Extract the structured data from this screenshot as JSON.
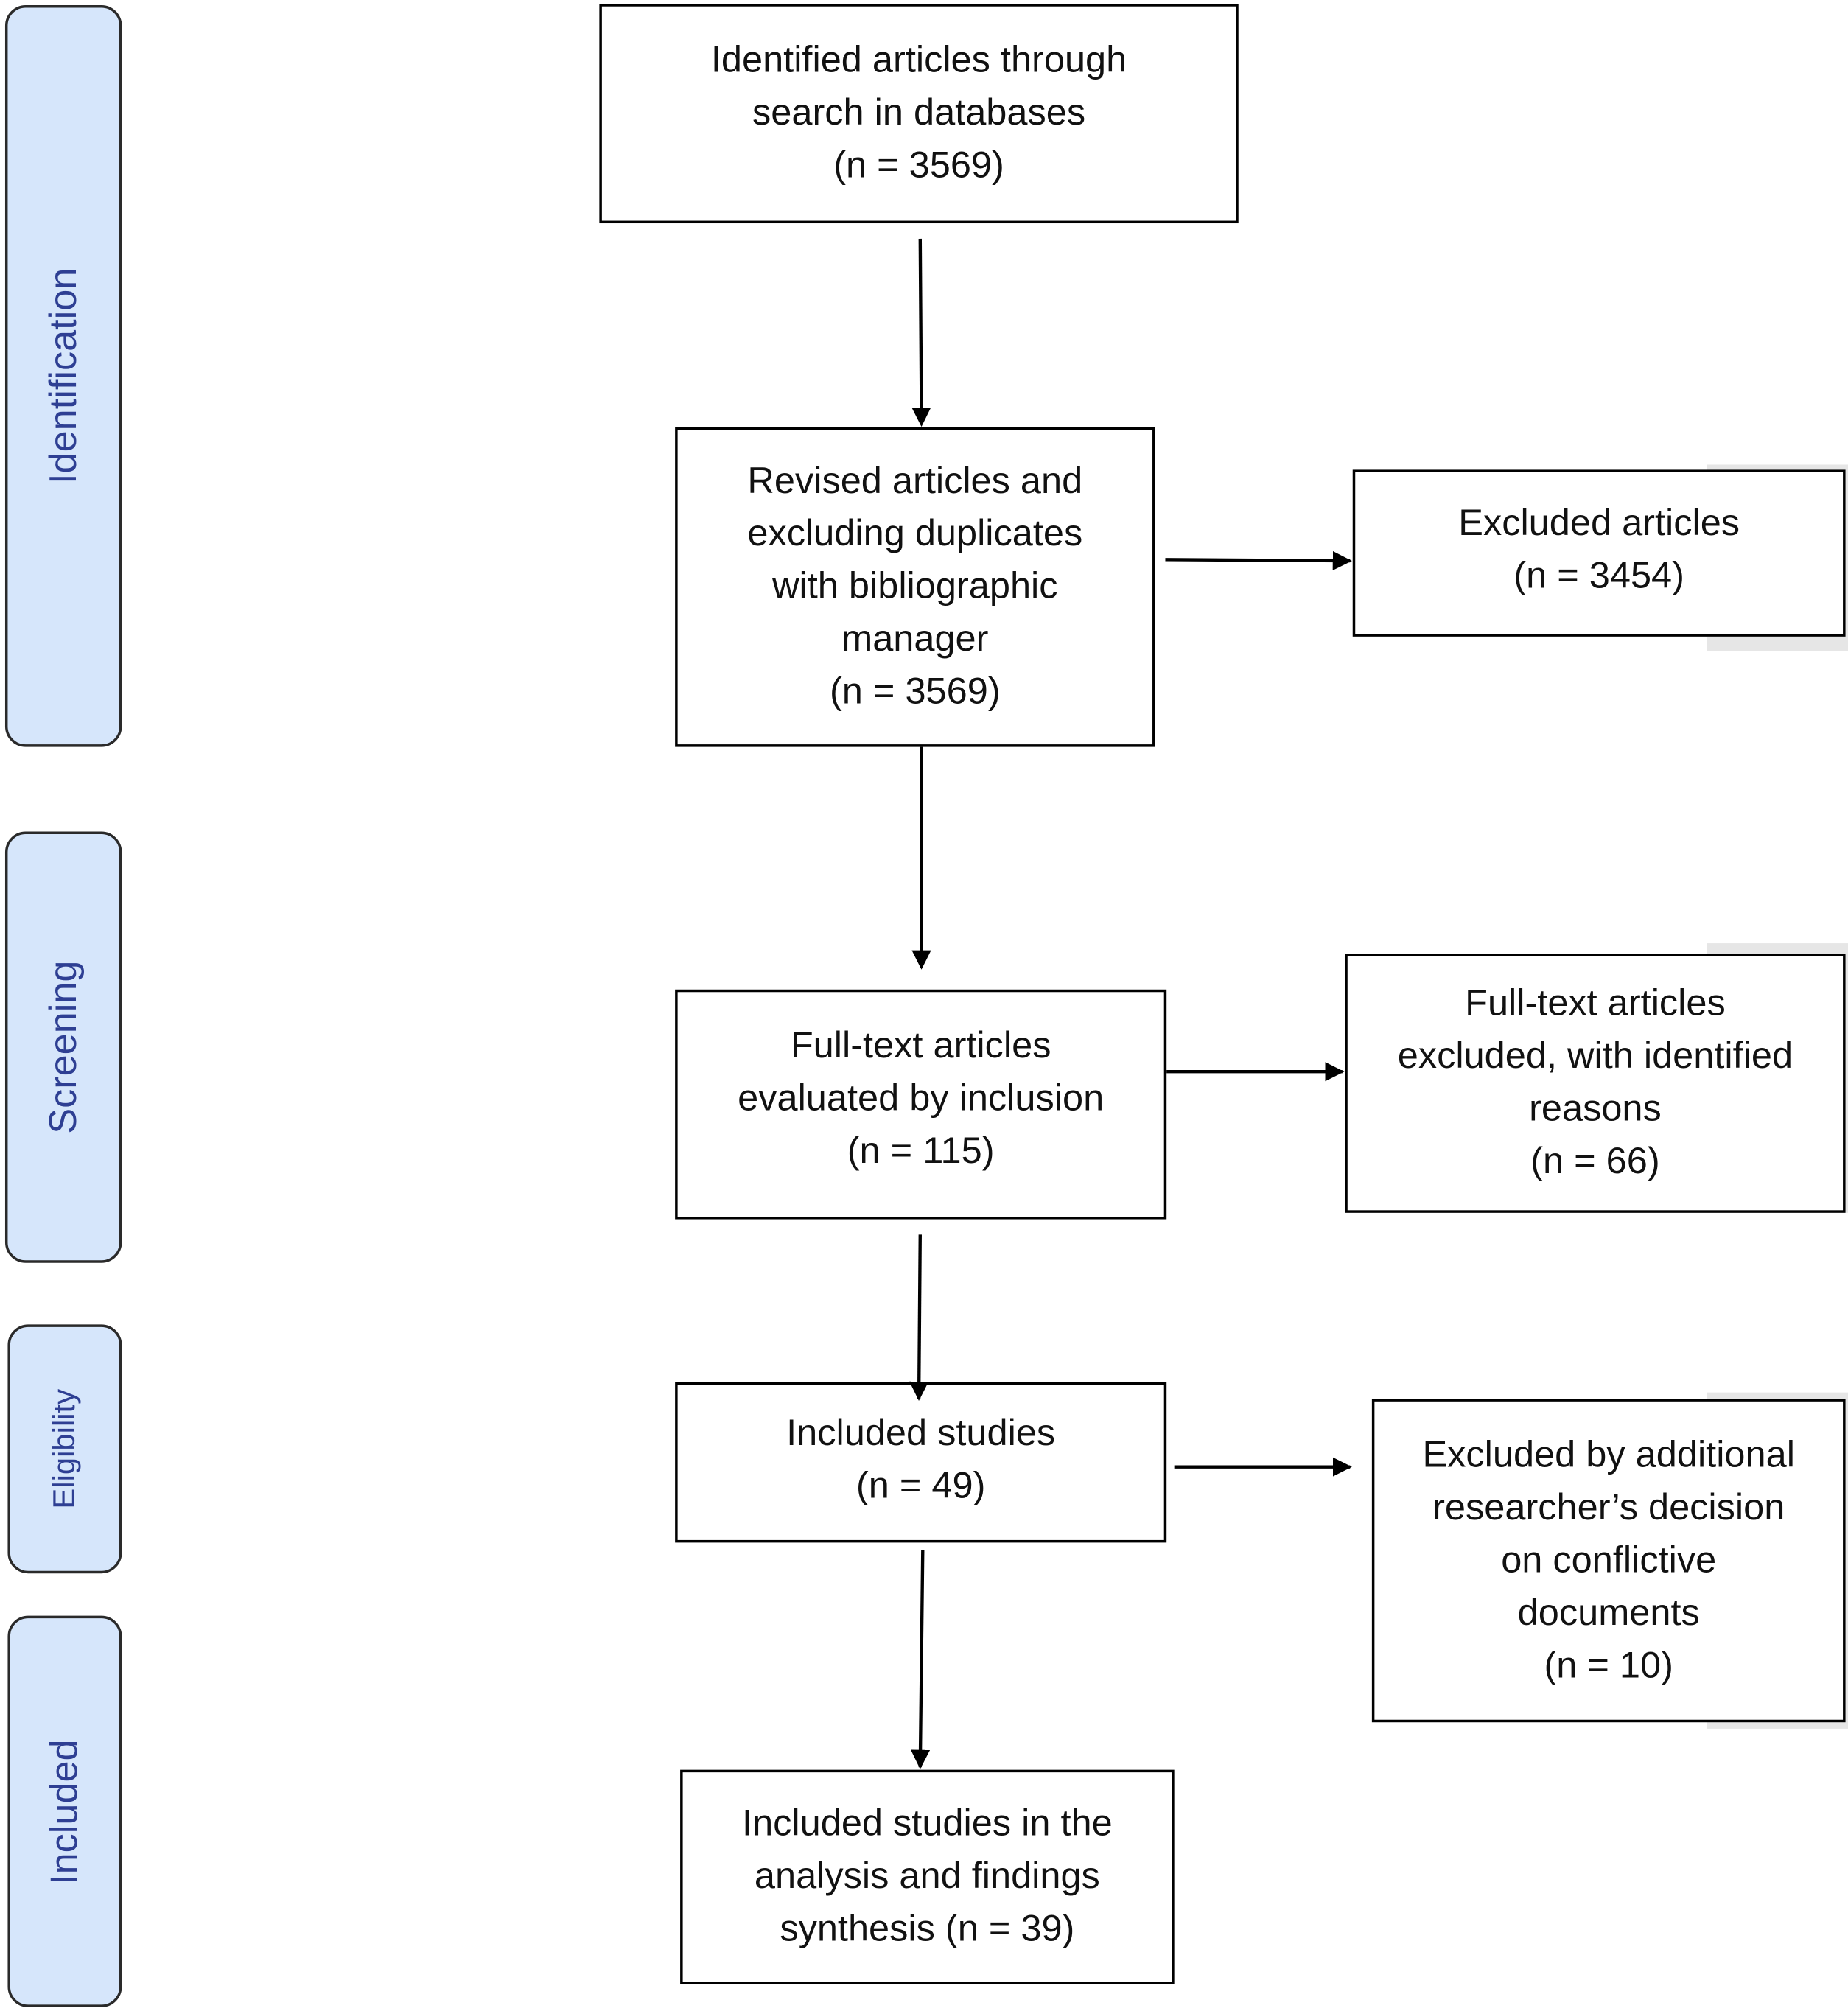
{
  "phases": [
    {
      "label": "Identification"
    },
    {
      "label": "Screening"
    },
    {
      "label": "Eligibility"
    },
    {
      "label": "Included"
    }
  ],
  "boxes": {
    "identified": "Identified articles through\nsearch in databases\n(n = 3569)",
    "revised": "Revised articles and\nexcluding duplicates\nwith bibliographic\nmanager\n(n = 3569)",
    "excluded": "Excluded articles\n(n = 3454)",
    "fulltext_evaluated": "Full-text articles\nevaluated by inclusion\n(n = 115)",
    "fulltext_excluded": "Full-text articles\nexcluded, with identified\nreasons\n(n = 66)",
    "included_studies": "Included studies\n(n = 49)",
    "excluded_additional": "Excluded by additional\nresearcher’s decision\non conflictive\ndocuments\n(n = 10)",
    "final_included": "Included studies in the\nanalysis and findings\nsynthesis (n = 39)"
  },
  "colors": {
    "phase_fill": "#d6e6fb",
    "phase_text": "#2e3f93",
    "box_border": "#000000",
    "arrow": "#000000"
  }
}
